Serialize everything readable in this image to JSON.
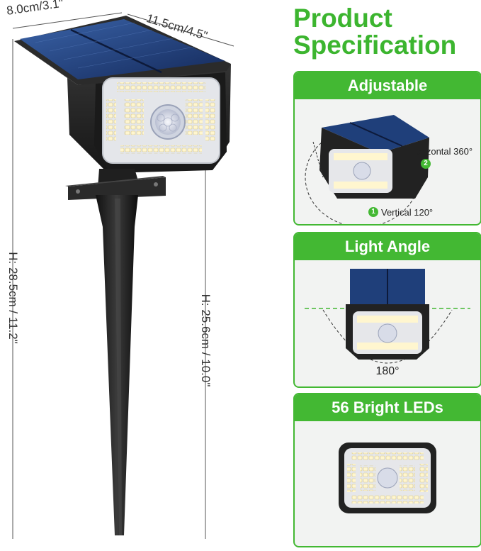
{
  "dimensions": {
    "width_label": "8.0cm/3.1\"",
    "depth_label": "11.5cm/4.5\"",
    "height_total_label": "H: 28.5cm / 11.2\"",
    "height_stake_label": "H: 25.6cm / 10.0\""
  },
  "title": {
    "line1": "Product",
    "line2": "Specification"
  },
  "cards": [
    {
      "heading": "Adjustable",
      "horizontal_label": "Horizontal 360°",
      "horizontal_badge": "2",
      "vertical_label": "Vertical 120°",
      "vertical_badge": "1"
    },
    {
      "heading": "Light Angle",
      "angle_label": "180°"
    },
    {
      "heading": "56 Bright LEDs"
    }
  ],
  "colors": {
    "accent_green": "#43b833",
    "title_green": "#3cb52f",
    "panel_blue": "#1f3f7a",
    "housing": "#2a2a2a"
  }
}
